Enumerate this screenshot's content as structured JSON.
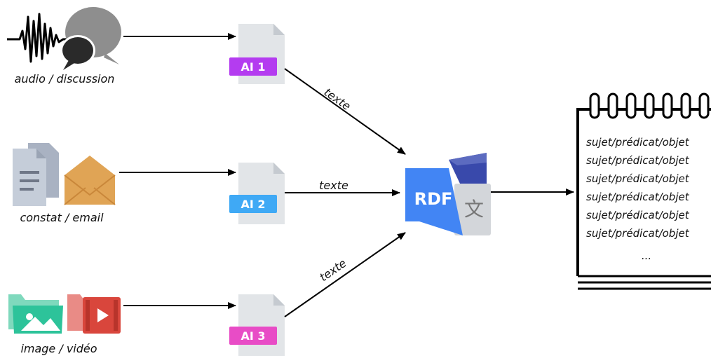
{
  "sources": [
    {
      "label": "audio / discussion",
      "icon": "audio-waveform-chat-bubbles-icon"
    },
    {
      "label": "constat / email",
      "icon": "documents-envelope-icon"
    },
    {
      "label": "image / vidéo",
      "icon": "image-folder-video-folder-icon"
    }
  ],
  "ai_models": [
    {
      "label": "AI 1",
      "color": "#b43cf0"
    },
    {
      "label": "AI 2",
      "color": "#3fa9f5"
    },
    {
      "label": "AI 3",
      "color": "#e84cc6"
    }
  ],
  "edge_labels": [
    "texte",
    "texte",
    "texte"
  ],
  "rdf": {
    "label": "RDF",
    "color": "#3f6fe0",
    "translate_glyph": "文"
  },
  "notebook": {
    "lines": [
      "sujet/prédicat/objet",
      "sujet/prédicat/objet",
      "sujet/prédicat/objet",
      "sujet/prédicat/objet",
      "sujet/prédicat/objet",
      "sujet/prédicat/objet",
      "..."
    ]
  }
}
